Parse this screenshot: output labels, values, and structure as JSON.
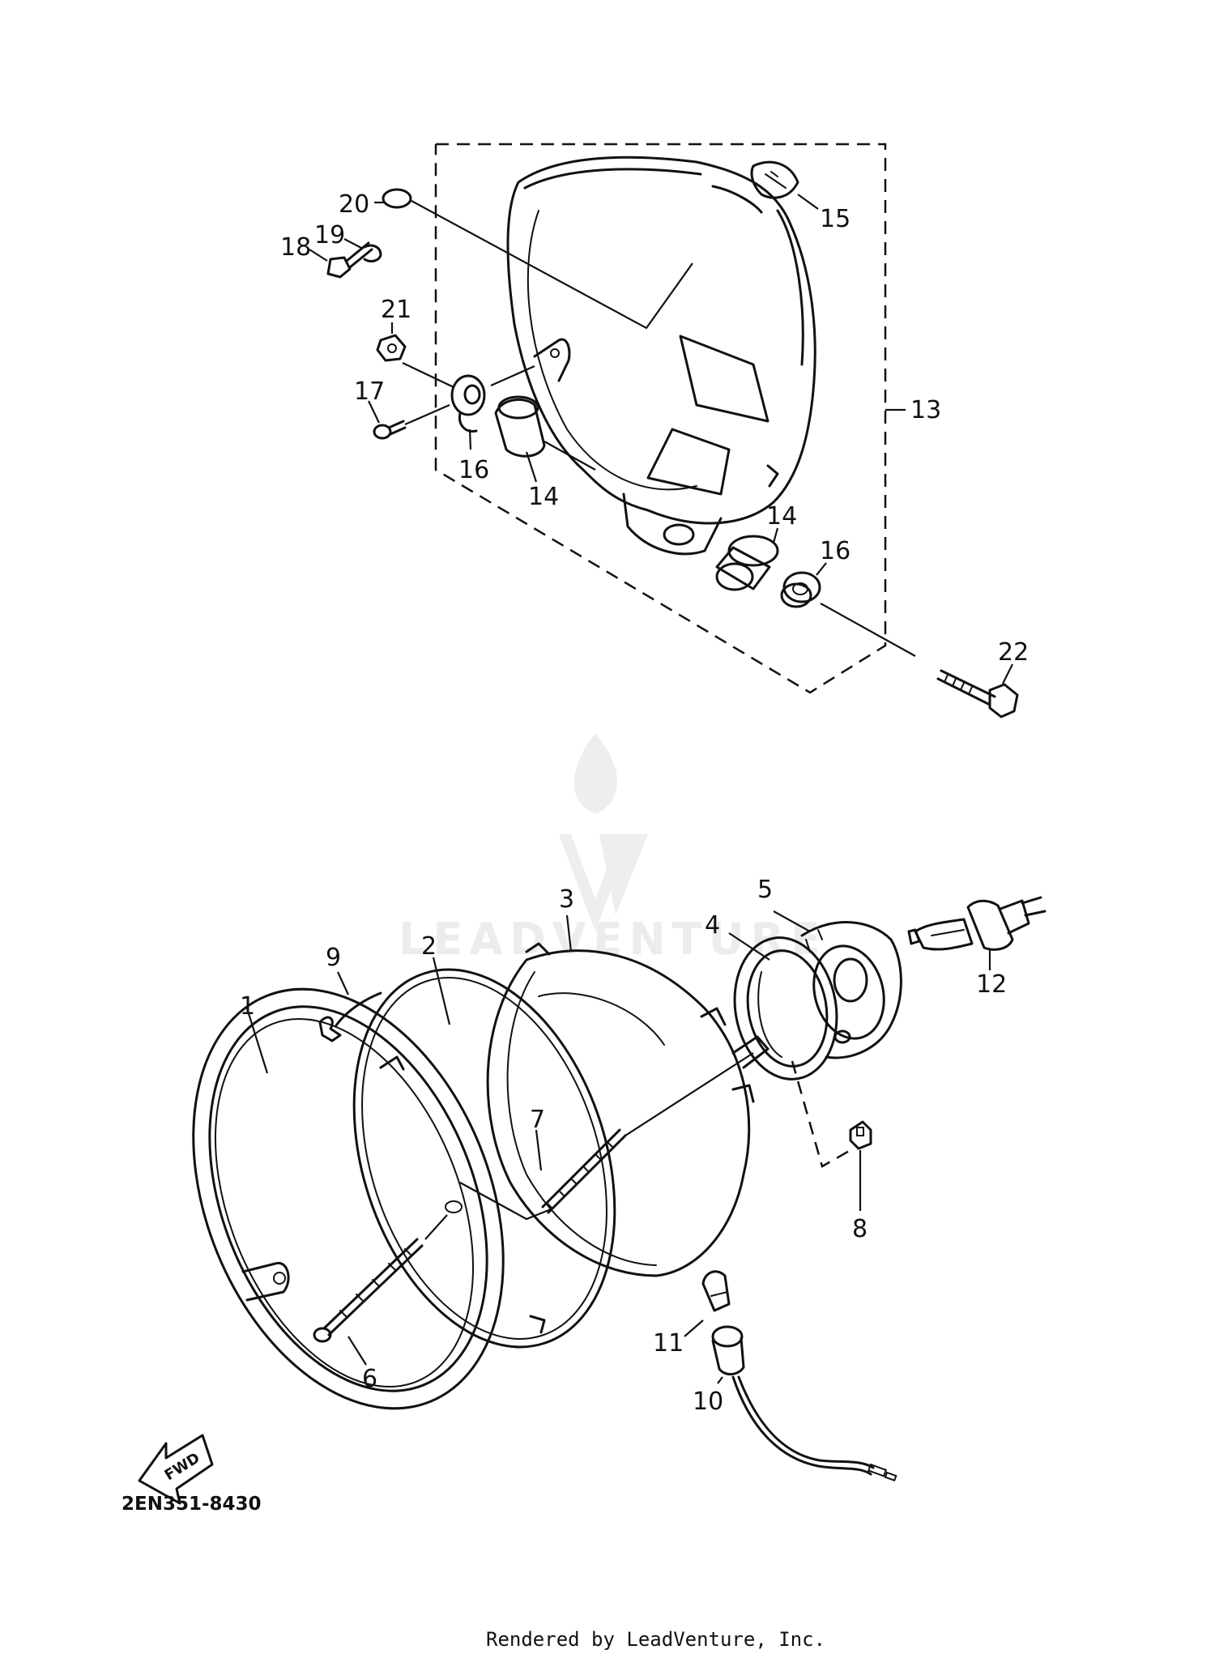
{
  "watermark": "LEADVENTURE",
  "reference_code": "2EN351-8430",
  "fwd_label": "FWD",
  "footer": "Rendered by LeadVenture, Inc.",
  "callouts": [
    "1",
    "2",
    "3",
    "4",
    "5",
    "6",
    "7",
    "8",
    "9",
    "10",
    "11",
    "12",
    "13",
    "14",
    "14",
    "15",
    "16",
    "16",
    "17",
    "18",
    "19",
    "20",
    "21",
    "22"
  ]
}
